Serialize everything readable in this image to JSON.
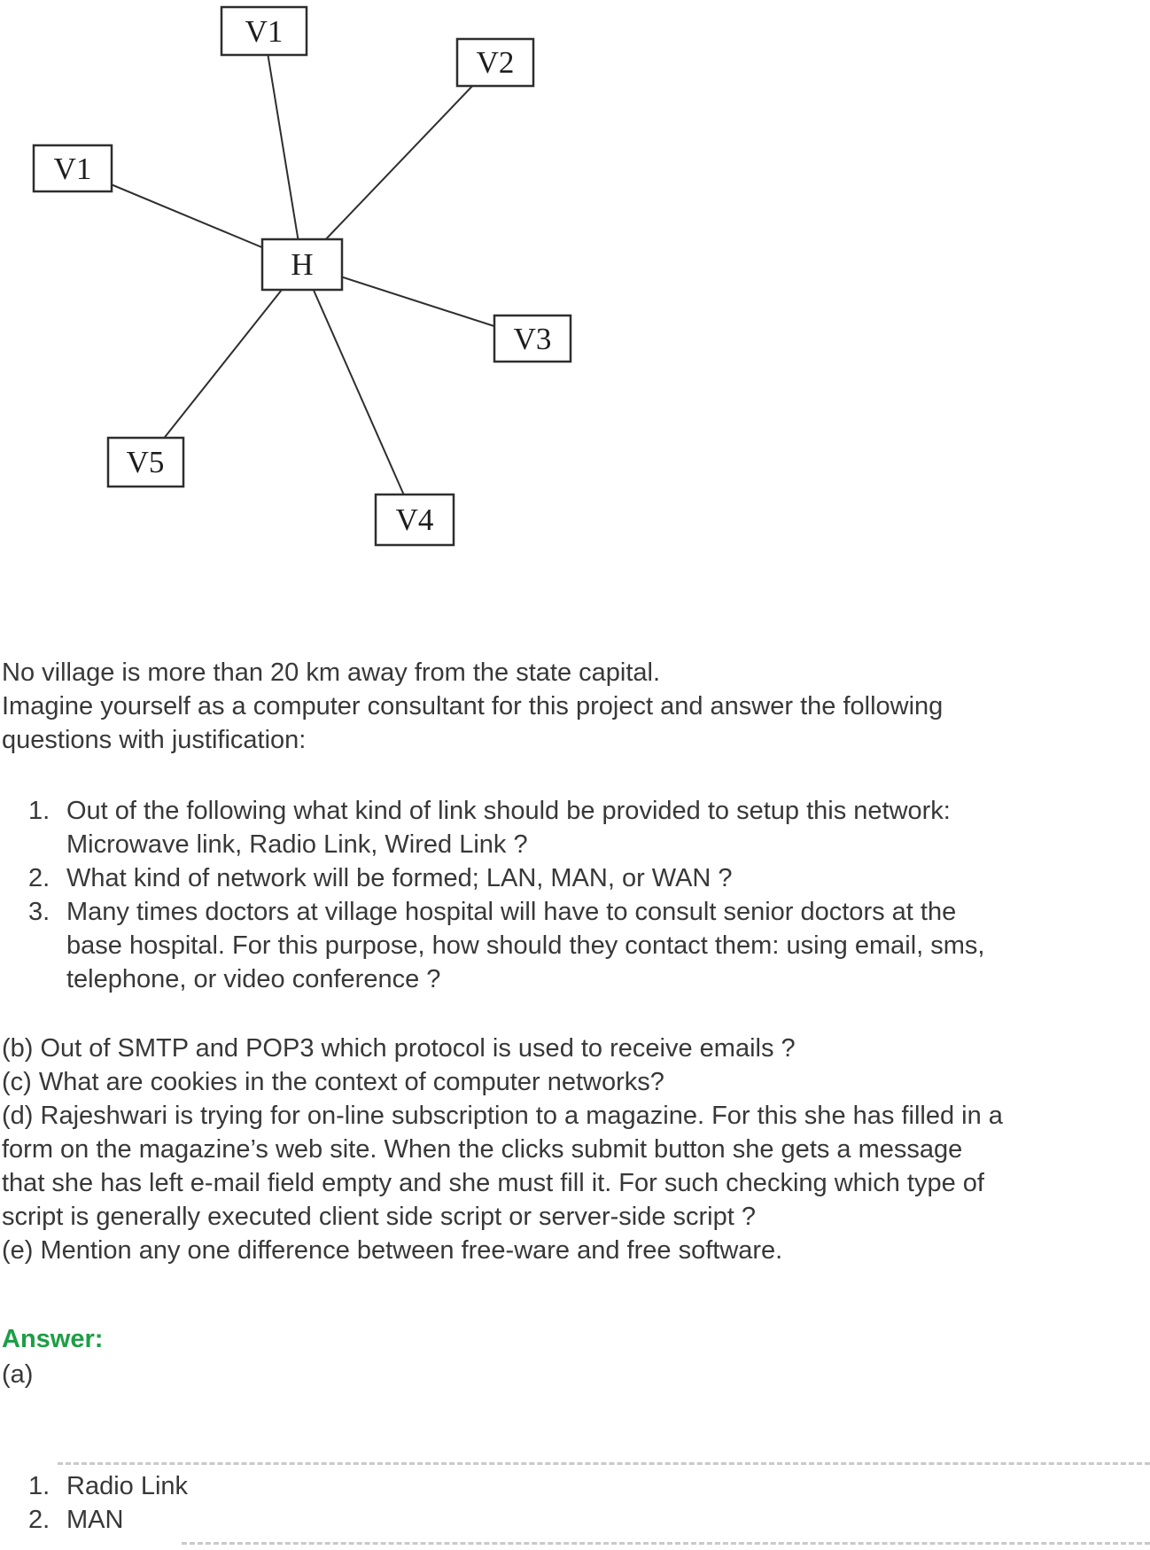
{
  "colors": {
    "answer_green": "#1d9e45",
    "body_text": "#383838",
    "diagram_ink": "#2e2e2e"
  },
  "diagram": {
    "hub": "H",
    "nodes": {
      "v1_top": "V1",
      "v2": "V2",
      "v1_left": "V1",
      "v3": "V3",
      "v5": "V5",
      "v4": "V4"
    }
  },
  "intro": {
    "lines": [
      "No village is more than 20 km away from the state capital.",
      "Imagine yourself as a computer consultant for this project and answer the following",
      "questions with justification:"
    ]
  },
  "questions": {
    "items": [
      {
        "num": "1.",
        "lines": [
          "Out of the following what kind of link should be provided to setup this network:",
          "Microwave link, Radio Link, Wired Link ?"
        ]
      },
      {
        "num": "2.",
        "lines": [
          "What kind of network will be formed; LAN, MAN, or WAN ?"
        ]
      },
      {
        "num": "3.",
        "lines": [
          "Many times doctors at village hospital will have to consult senior doctors at the",
          "base hospital. For this purpose, how should they contact them: using email, sms,",
          "telephone, or video conference ?"
        ]
      }
    ]
  },
  "letters": {
    "lines": [
      "(b) Out of SMTP and POP3 which protocol is used to receive emails ?",
      "(c) What are cookies in the context of computer networks?",
      "(d) Rajeshwari is trying for on-line subscription to a magazine. For this she has filled in a",
      "form on the magazine’s web site. When the clicks submit button she gets a message",
      "that she has left e-mail field empty and she must fill it. For such checking which type of",
      "script is generally executed client side script or server-side script ?",
      "(e) Mention any one difference between free-ware and free software."
    ]
  },
  "answer": {
    "heading": "Answer:",
    "part": "(a)",
    "items": [
      {
        "num": "1.",
        "text": "Radio Link"
      },
      {
        "num": "2.",
        "text": "MAN"
      }
    ]
  }
}
